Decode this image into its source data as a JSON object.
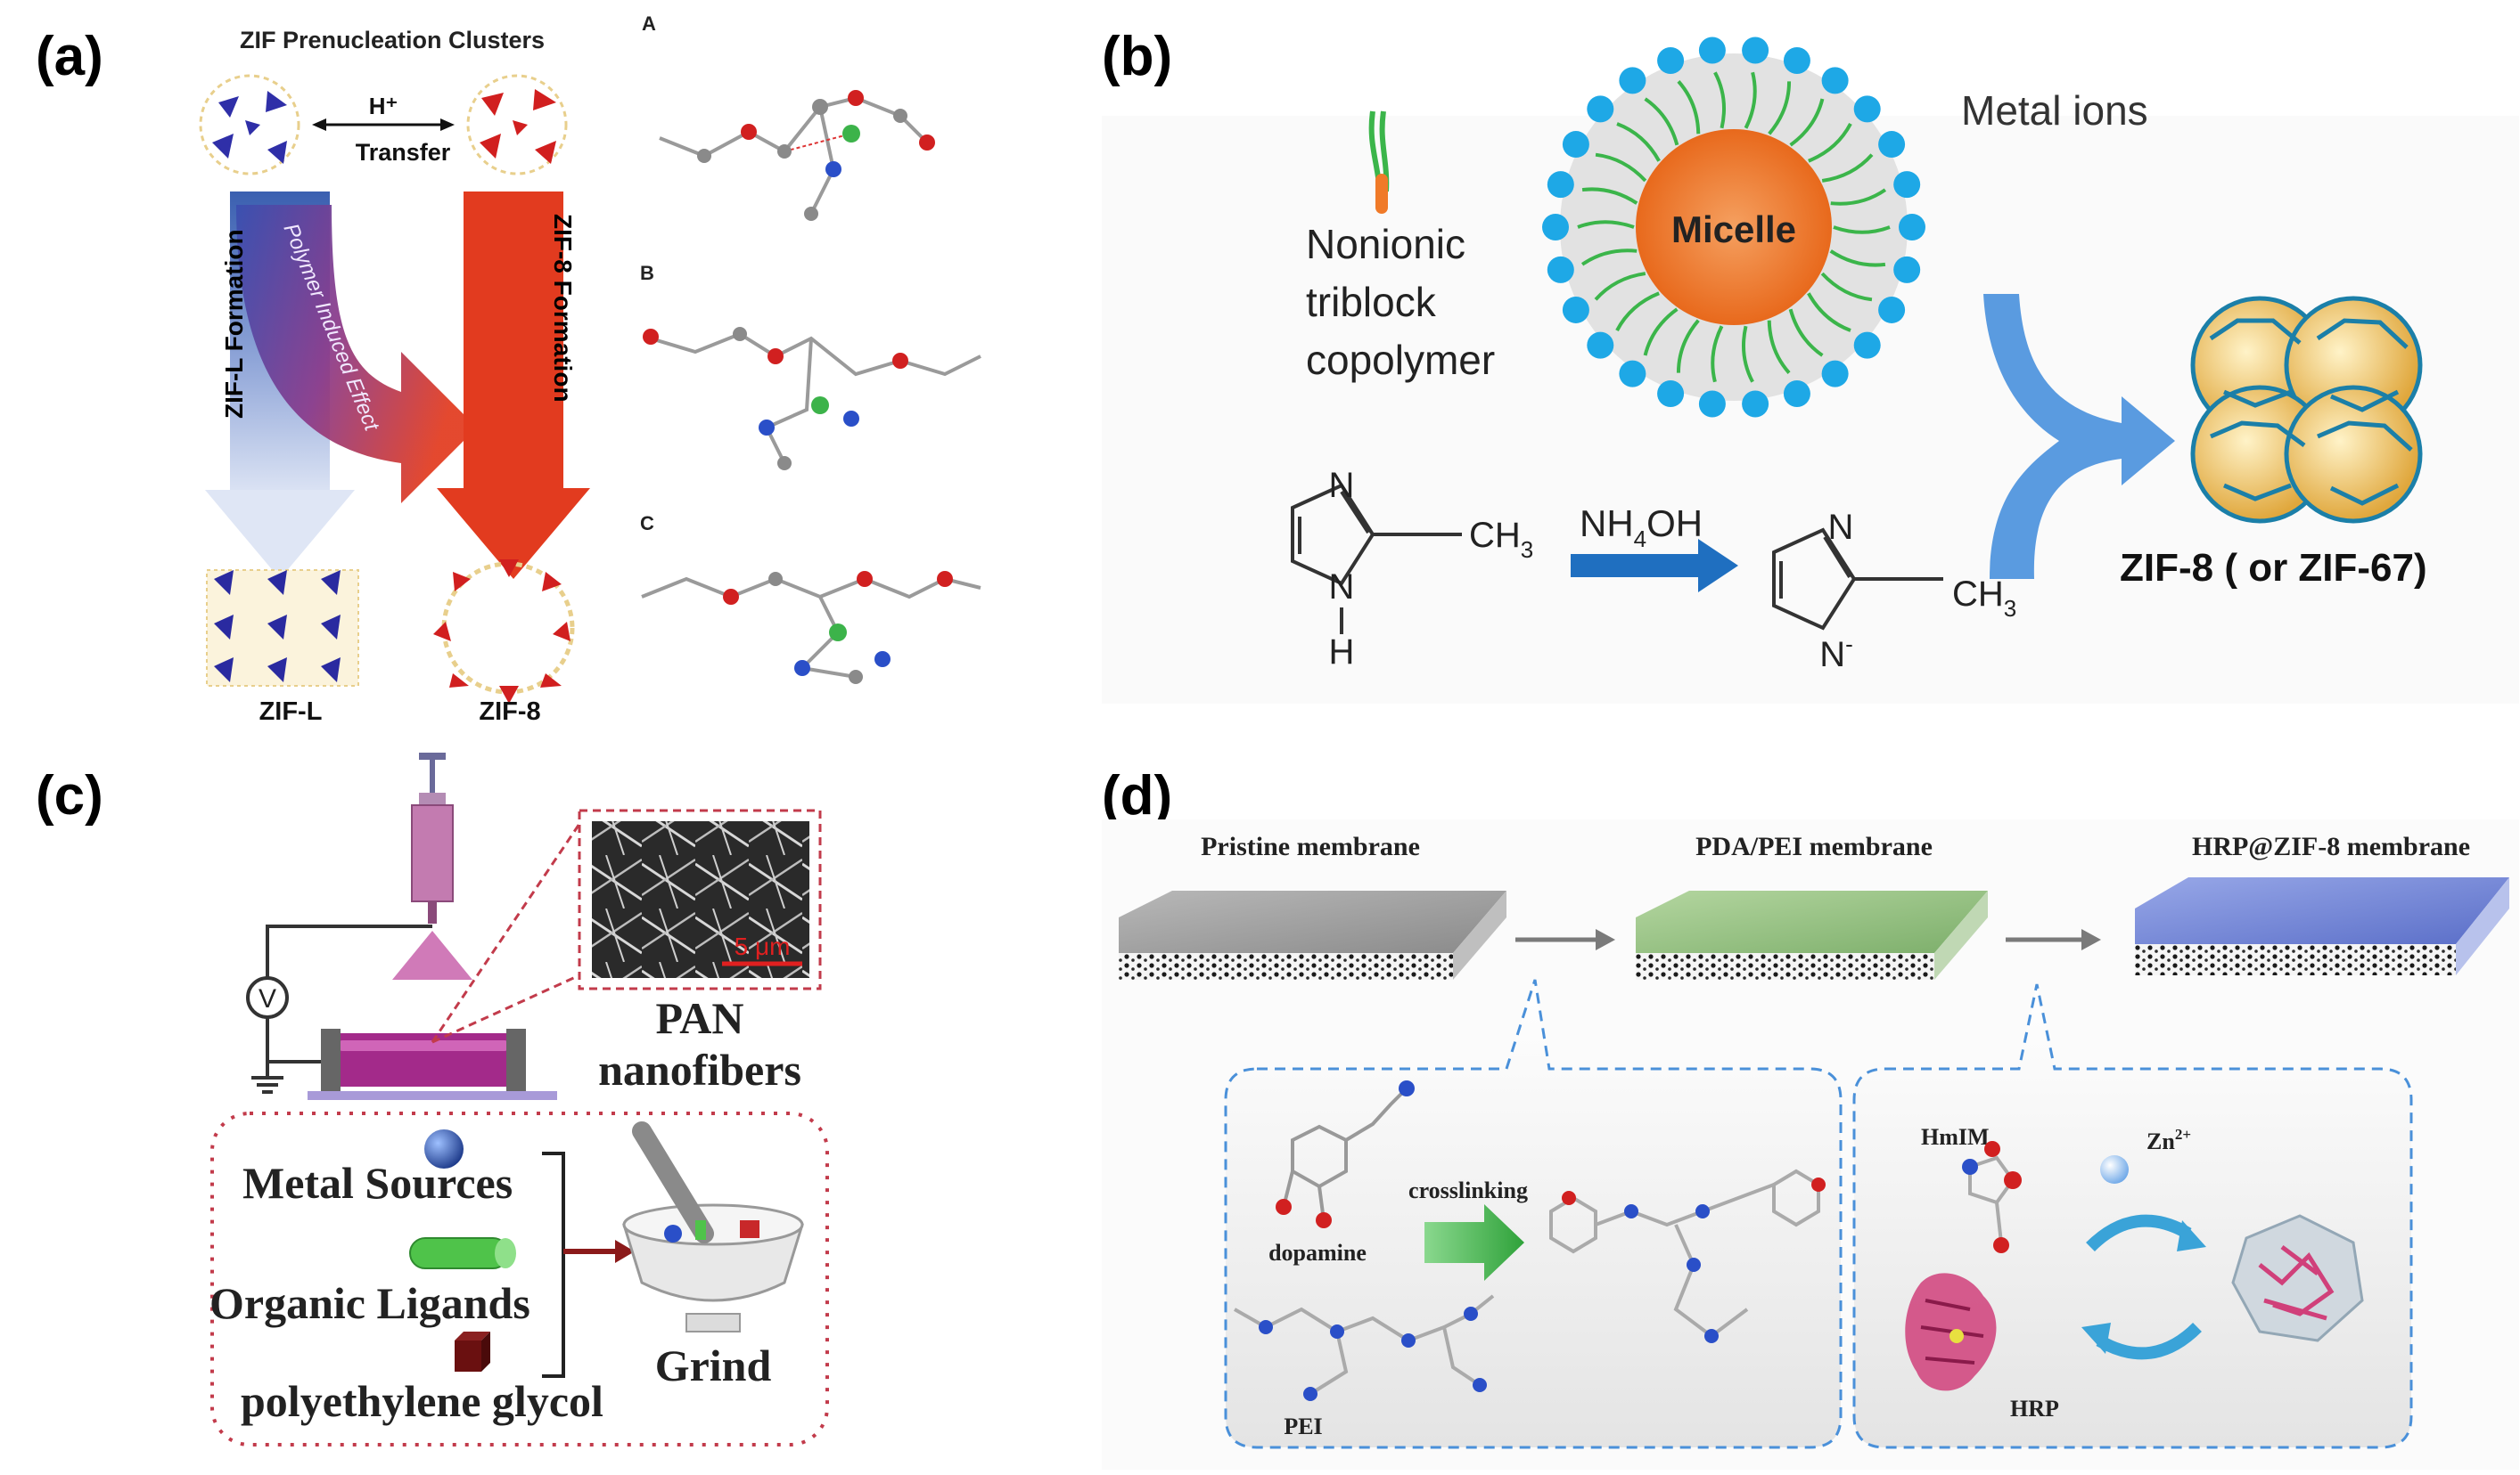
{
  "panels": {
    "a": {
      "letter": "(a)",
      "title": "ZIF Prenucleation Clusters",
      "transfer_top": "H⁺",
      "transfer_bottom": "Transfer",
      "left_arrow": "ZIF-L Formation",
      "right_arrow": "ZIF-8 Formation",
      "curved_arrow": "Polymer Induced Effect",
      "label_left": "ZIF-L",
      "label_right": "ZIF-8",
      "struct_labels": [
        "A",
        "B",
        "C"
      ]
    },
    "b": {
      "letter": "(b)",
      "metal_ions": "Metal ions",
      "micelle": "Micelle",
      "copolymer_lines": [
        "Nonionic",
        "triblock",
        "copolymer"
      ],
      "reagent": "NH",
      "reagent_sub": "4",
      "reagent_tail": "OH",
      "ch3_left": "CH",
      "ch3_left_sub": "3",
      "ch3_right": "CH",
      "ch3_right_sub": "3",
      "atom_n": "N",
      "atom_h": "H",
      "atom_n_minus": "N",
      "minus": "-",
      "product": "ZIF-8 ( or ZIF-67)"
    },
    "c": {
      "letter": "(c)",
      "voltage": "V",
      "scale_bar": "5 μm",
      "pan_line1": "PAN",
      "pan_line2": "nanofibers",
      "metal_sources": "Metal Sources",
      "organic_ligands": "Organic Ligands",
      "peg": "polyethylene glycol",
      "grind": "Grind"
    },
    "d": {
      "letter": "(d)",
      "membrane1": "Pristine membrane",
      "membrane2": "PDA/PEI membrane",
      "membrane3": "HRP@ZIF-8 membrane",
      "dopamine": "dopamine",
      "crosslinking": "crosslinking",
      "pei": "PEI",
      "hmim": "HmIM",
      "zn": "Zn",
      "zn_sup": "2+",
      "hrp": "HRP"
    }
  },
  "colors": {
    "blue_arrow": "#3a5fb0",
    "red_arrow": "#e23b1f",
    "micelle_orange": "#f07a28",
    "ion_blue": "#1ea8e6",
    "chain_green": "#3bb54a",
    "reaction_arrow": "#1f6fc0",
    "grind_arrow": "#8b1a1a",
    "dash_red": "#c23b4b",
    "dash_blue": "#4a90d9",
    "green_arrow": "#3db34a"
  }
}
